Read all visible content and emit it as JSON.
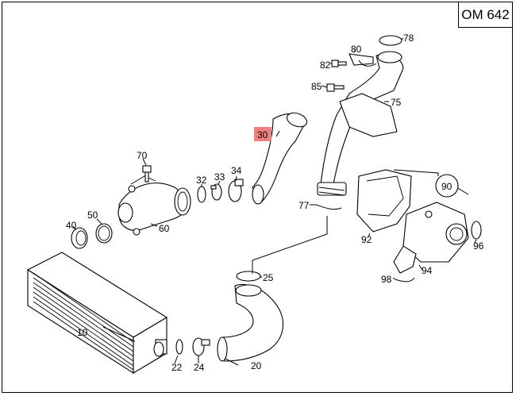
{
  "engine_code": "OM 642",
  "callouts": {
    "p10": "10",
    "p20": "20",
    "p22": "22",
    "p24": "24",
    "p25": "25",
    "p30": "30",
    "p32": "32",
    "p33": "33",
    "p34": "34",
    "p40": "40",
    "p50": "50",
    "p60": "60",
    "p70": "70",
    "p75": "75",
    "p77": "77",
    "p78": "78",
    "p80": "80",
    "p82": "82",
    "p85": "85",
    "p90": "90",
    "p92": "92",
    "p94": "94",
    "p96": "96",
    "p98": "98"
  },
  "highlight_color": "#f08080"
}
